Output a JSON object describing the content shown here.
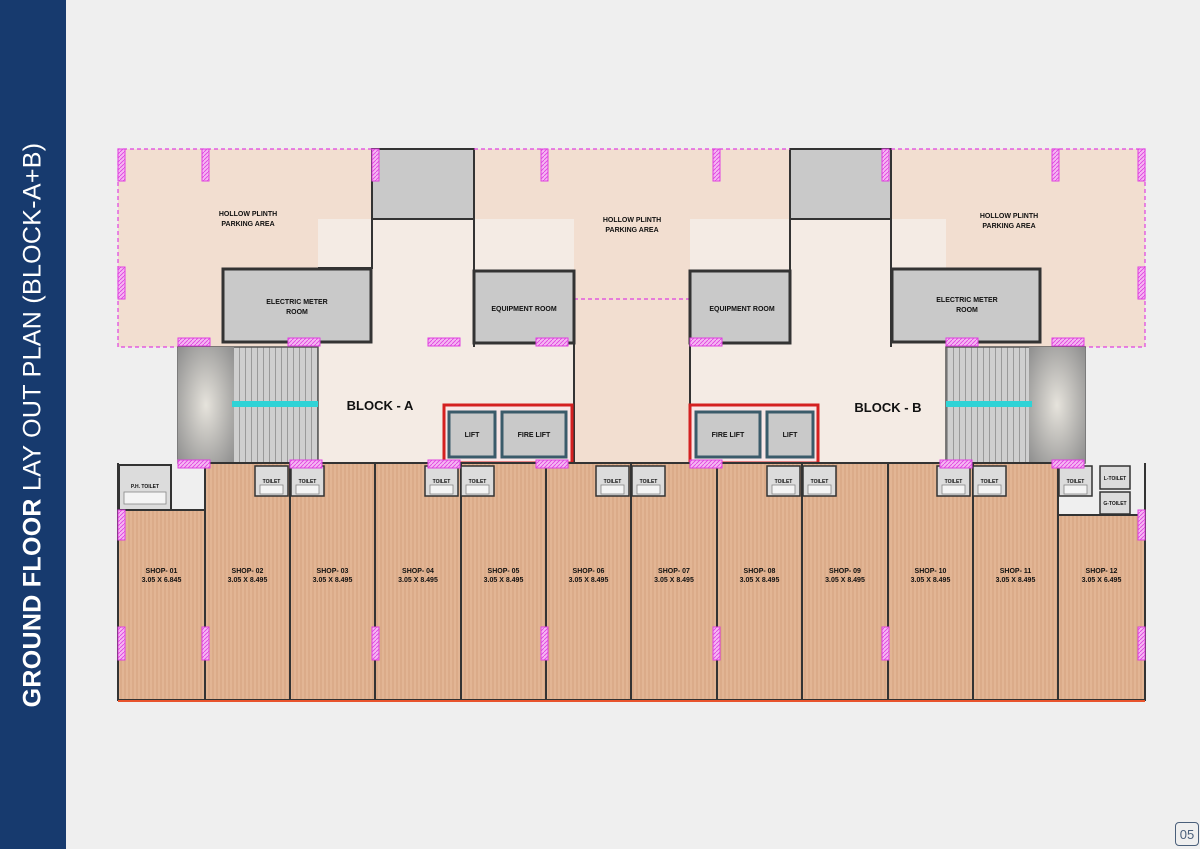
{
  "sidebar": {
    "title_bold": "GROUND FLOOR",
    "title_rest": "LAY OUT PLAN (BLOCK-A+B)"
  },
  "page_number": "05",
  "plan": {
    "blocks": [
      "BLOCK - A",
      "BLOCK - B"
    ],
    "parking_label": [
      "HOLLOW PLINTH",
      "PARKING AREA"
    ],
    "meter_label": [
      "ELECTRIC METER",
      "ROOM"
    ],
    "equipment_label": "EQUIPMENT ROOM",
    "lift_label": "LIFT",
    "fire_lift_label": "FIRE LIFT",
    "toilet_label": "TOILET",
    "ph_toilet_label": "P.H. TOILET",
    "l_toilet_label": "L-TOILET",
    "g_toilet_label": "G-TOILET",
    "shops": [
      {
        "name": "SHOP- 01",
        "size": "3.05 X 6.845"
      },
      {
        "name": "SHOP- 02",
        "size": "3.05 X 8.495"
      },
      {
        "name": "SHOP- 03",
        "size": "3.05 X 8.495"
      },
      {
        "name": "SHOP- 04",
        "size": "3.05 X 8.495"
      },
      {
        "name": "SHOP- 05",
        "size": "3.05 X 8.495"
      },
      {
        "name": "SHOP- 06",
        "size": "3.05 X 8.495"
      },
      {
        "name": "SHOP- 07",
        "size": "3.05 X 8.495"
      },
      {
        "name": "SHOP- 08",
        "size": "3.05 X 8.495"
      },
      {
        "name": "SHOP- 09",
        "size": "3.05 X 8.495"
      },
      {
        "name": "SHOP- 10",
        "size": "3.05 X 8.495"
      },
      {
        "name": "SHOP- 11",
        "size": "3.05 X 8.495"
      },
      {
        "name": "SHOP- 12",
        "size": "3.05 X 6.495"
      }
    ]
  },
  "colors": {
    "sidebar": "#173a6e",
    "parking": "#f2ded0",
    "shop": "#e2b594",
    "grey_room": "#c9c9c9",
    "lobby": "#f4ebe4",
    "column": "#e040e0",
    "lift_border": "#d42020",
    "handrail": "#2fd3d6"
  }
}
